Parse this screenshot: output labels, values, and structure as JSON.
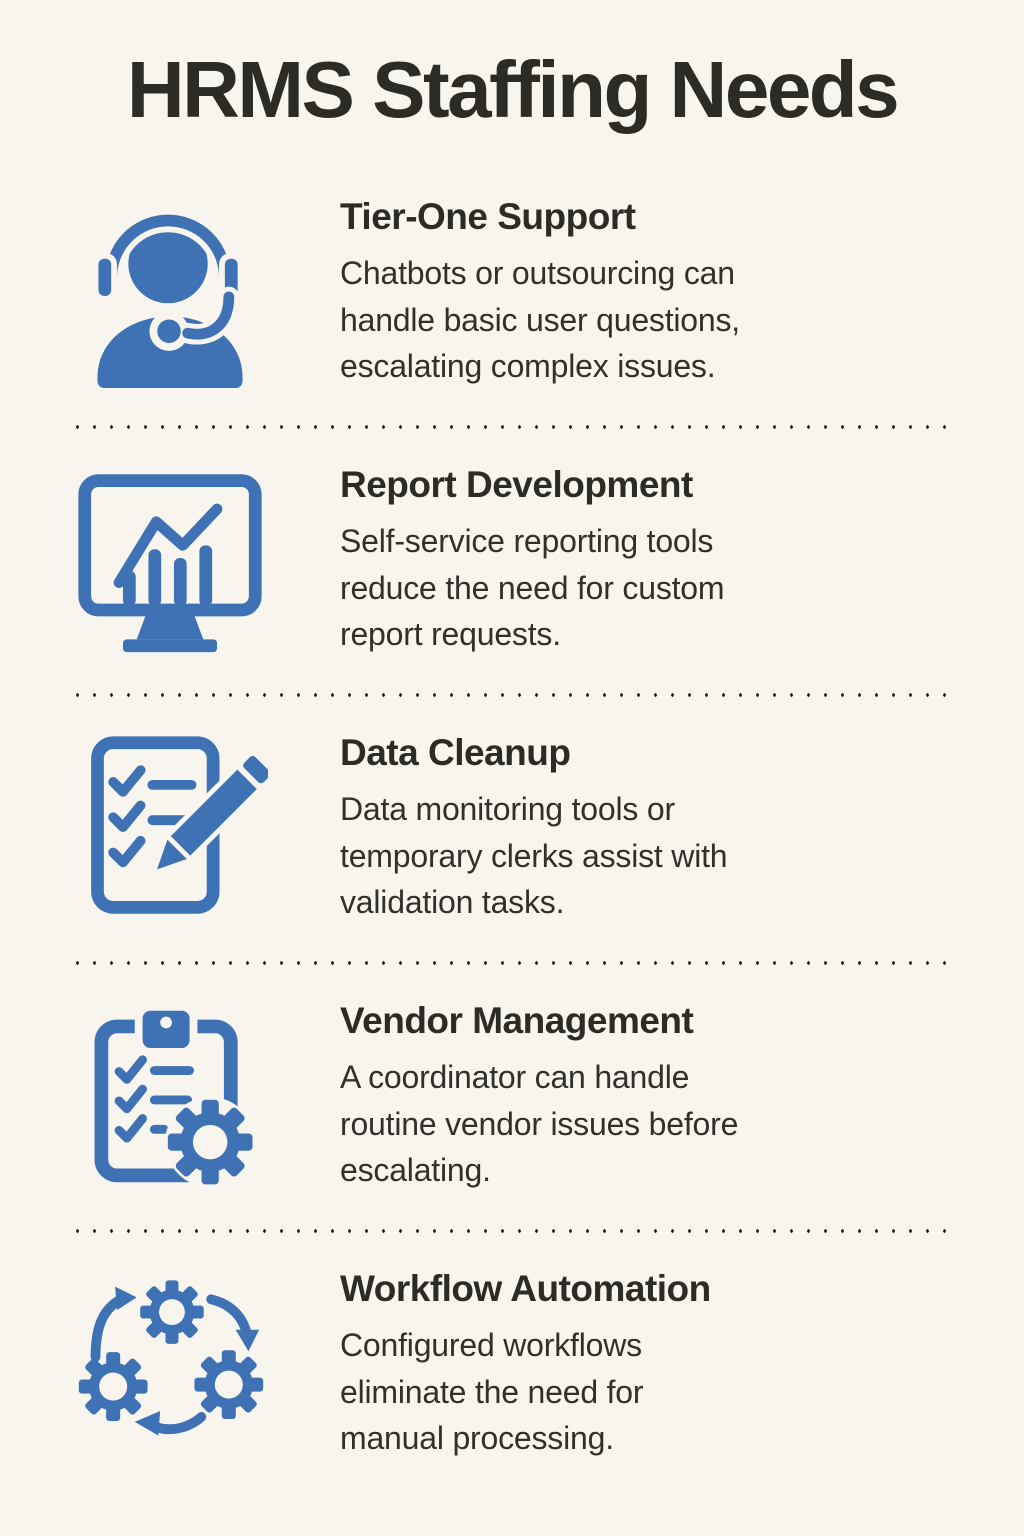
{
  "title": "HRMS Staffing Needs",
  "colors": {
    "accent_blue": "#3e72b4",
    "heading_text": "#2d2b26",
    "body_text": "#32302b",
    "background": "#f8f5ef",
    "divider_dot": "#2b2a25"
  },
  "sections": [
    {
      "icon": "headset-agent-icon",
      "title": "Tier-One Support",
      "description": "Chatbots or outsourcing can\nhandle basic user questions,\nescalating complex issues."
    },
    {
      "icon": "monitor-chart-icon",
      "title": "Report Development",
      "description": "Self-service reporting tools\nreduce the need for custom\nreport requests."
    },
    {
      "icon": "checklist-pencil-icon",
      "title": "Data Cleanup",
      "description": "Data monitoring tools or\ntemporary clerks assist with\nvalidation tasks."
    },
    {
      "icon": "clipboard-gear-icon",
      "title": "Vendor Management",
      "description": "A coordinator can handle\nroutine vendor issues before\nescalating."
    },
    {
      "icon": "workflow-gears-icon",
      "title": "Workflow Automation",
      "description": "Configured workflows\neliminate the need for\nmanual processing."
    }
  ]
}
